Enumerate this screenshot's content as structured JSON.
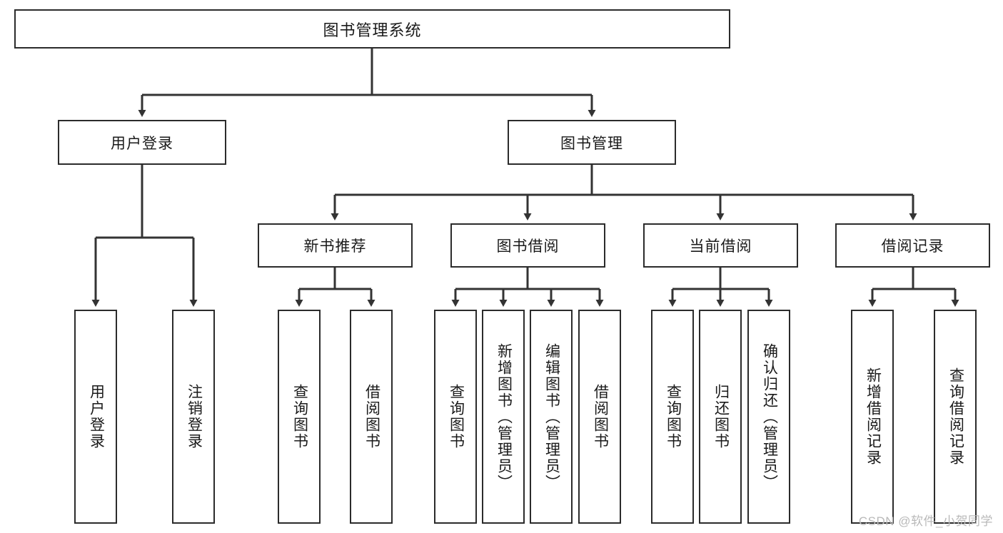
{
  "diagram": {
    "title": "图书管理系统",
    "watermark": "CSDN @软件_小贺同学",
    "colors": {
      "box_border": "#2b2b2b",
      "box_fill": "#ffffff",
      "connector": "#333333",
      "text": "#1a1a1a",
      "watermark": "#b9b9b9",
      "background": "#ffffff"
    },
    "root": {
      "label": "图书管理系统"
    },
    "level2": [
      {
        "label": "用户登录"
      },
      {
        "label": "图书管理"
      }
    ],
    "level3": [
      {
        "label": "新书推荐"
      },
      {
        "label": "图书借阅"
      },
      {
        "label": "当前借阅"
      },
      {
        "label": "借阅记录"
      }
    ],
    "leaves": {
      "user_login": [
        {
          "label": "用户登录"
        },
        {
          "label": "注销登录"
        }
      ],
      "new_book_recommend": [
        {
          "label": "查询图书"
        },
        {
          "label": "借阅图书"
        }
      ],
      "book_borrow": [
        {
          "label": "查询图书"
        },
        {
          "label": "新增图书（管理员）"
        },
        {
          "label": "编辑图书（管理员）"
        },
        {
          "label": "借阅图书"
        }
      ],
      "current_borrow": [
        {
          "label": "查询图书"
        },
        {
          "label": "归还图书"
        },
        {
          "label": "确认归还（管理员）"
        }
      ],
      "borrow_record": [
        {
          "label": "新增借阅记录"
        },
        {
          "label": "查询借阅记录"
        }
      ]
    }
  }
}
